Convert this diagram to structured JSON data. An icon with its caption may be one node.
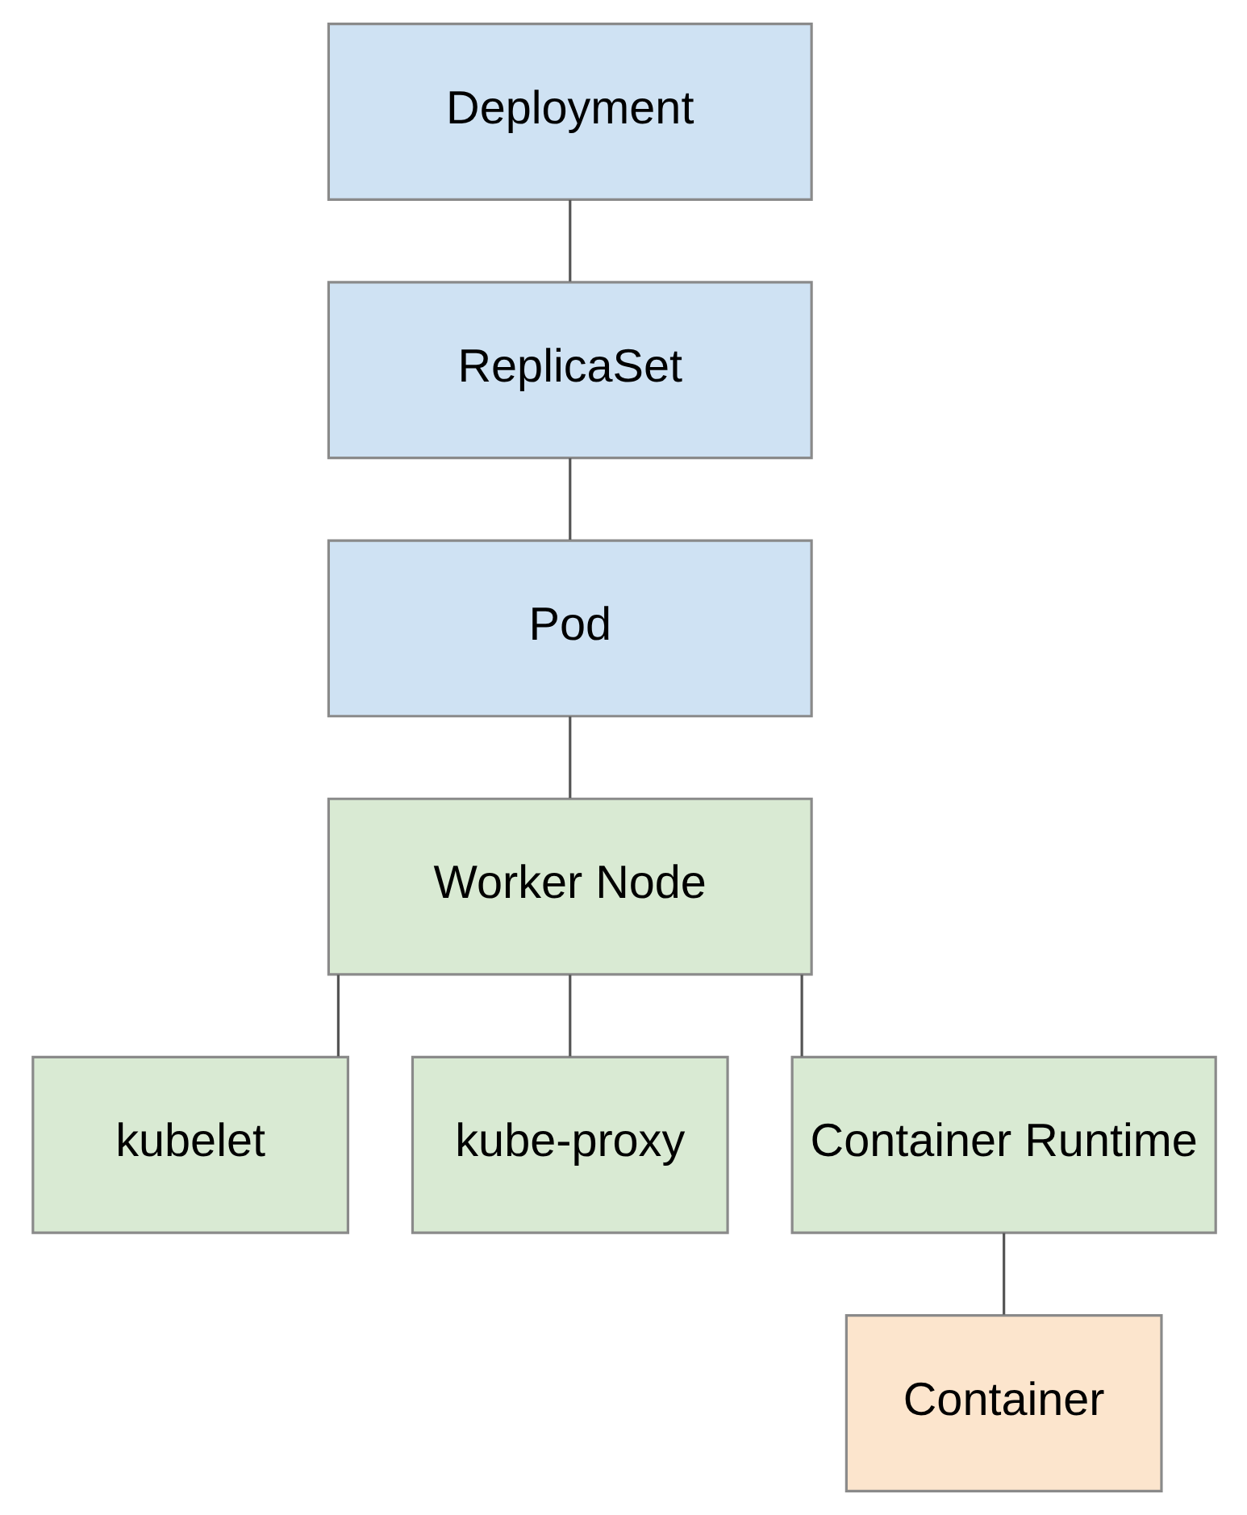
{
  "diagram": {
    "nodes": [
      {
        "text": [
          "Deployment"
        ]
      },
      {
        "text": [
          "ReplicaSet"
        ]
      },
      {
        "text": [
          "Pod"
        ]
      },
      {
        "text": [
          "Worker Node"
        ]
      },
      {
        "text": [
          "kubelet"
        ]
      },
      {
        "text": [
          "kube-proxy"
        ]
      },
      {
        "text": [
          "Container Runtime"
        ]
      },
      {
        "text": [
          "Container"
        ]
      }
    ],
    "edges": [
      {
        "from": 0,
        "to": 1,
        "arrow": "none"
      },
      {
        "from": 1,
        "to": 2,
        "arrow": "none"
      },
      {
        "from": 2,
        "to": 3,
        "arrow": "none"
      },
      {
        "from": 3,
        "to": 4,
        "arrow": "none"
      },
      {
        "from": 3,
        "to": 5,
        "arrow": "none"
      },
      {
        "from": 3,
        "to": 6,
        "arrow": "none"
      },
      {
        "from": 6,
        "to": 7,
        "arrow": "none"
      }
    ]
  }
}
